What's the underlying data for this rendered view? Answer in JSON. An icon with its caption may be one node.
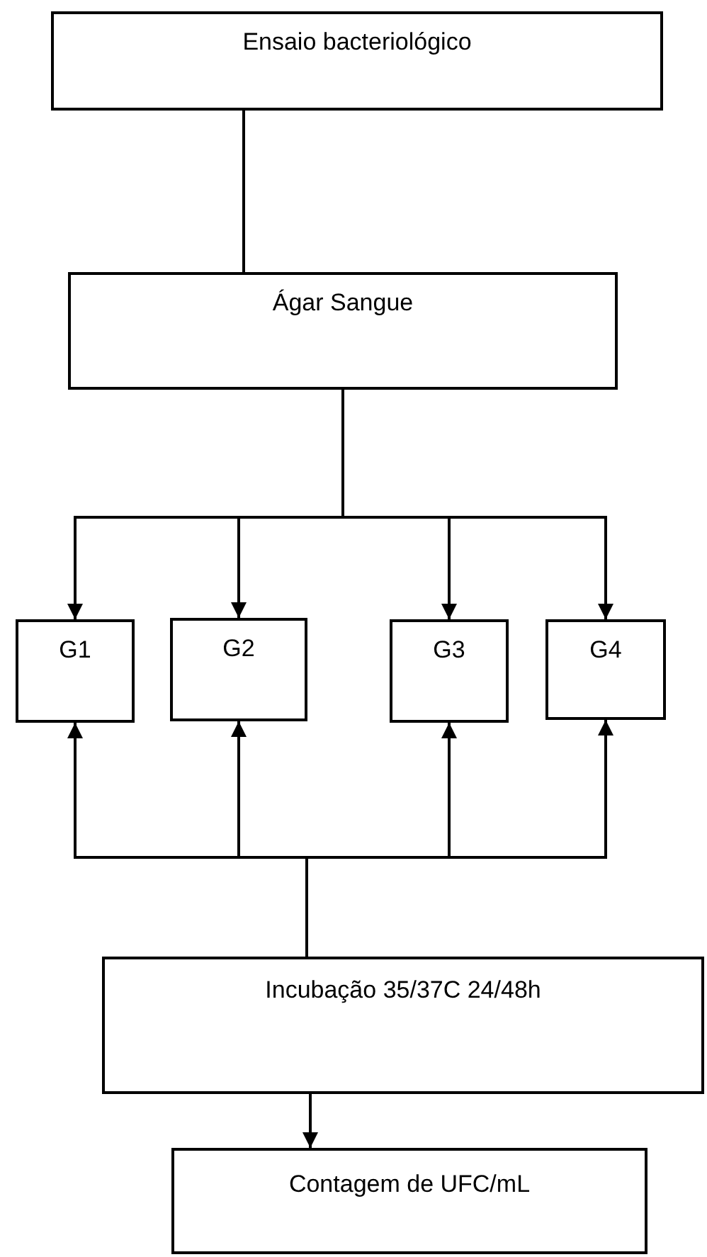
{
  "diagram": {
    "nodes": [
      {
        "text": [
          "Ensaio bacteriológico"
        ]
      },
      {
        "text": [
          "Ágar Sangue"
        ]
      },
      {
        "text": [
          "G1"
        ]
      },
      {
        "text": [
          "G2"
        ]
      },
      {
        "text": [
          "G3"
        ]
      },
      {
        "text": [
          "G4"
        ]
      },
      {
        "text": [
          "Incubação 35/37C 24/48h"
        ]
      },
      {
        "text": [
          "Contagem de UFC/mL"
        ]
      }
    ],
    "edges": [
      {
        "from": 0,
        "to": 1,
        "arrow": "none"
      },
      {
        "from": 1,
        "to": 2,
        "arrow": "to"
      },
      {
        "from": 1,
        "to": 3,
        "arrow": "to"
      },
      {
        "from": 1,
        "to": 4,
        "arrow": "to"
      },
      {
        "from": 1,
        "to": 5,
        "arrow": "to"
      },
      {
        "from": 6,
        "to": 2,
        "arrow": "to"
      },
      {
        "from": 6,
        "to": 3,
        "arrow": "to"
      },
      {
        "from": 6,
        "to": 4,
        "arrow": "to"
      },
      {
        "from": 6,
        "to": 5,
        "arrow": "to"
      },
      {
        "from": 6,
        "to": 7,
        "arrow": "to"
      }
    ]
  }
}
